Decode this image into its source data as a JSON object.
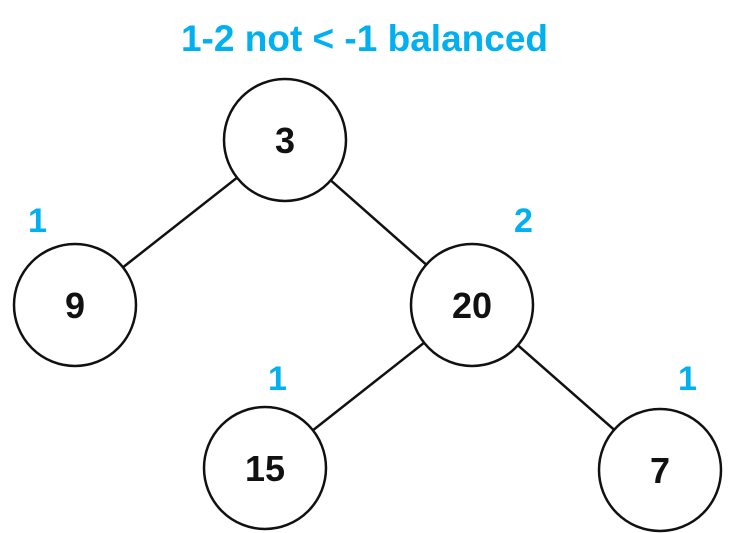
{
  "title": "1-2 not < -1 balanced",
  "accent_color": "#00b0f0",
  "nodes": [
    {
      "id": "n3",
      "value": "3"
    },
    {
      "id": "n9",
      "value": "9"
    },
    {
      "id": "n20",
      "value": "20"
    },
    {
      "id": "n15",
      "value": "15"
    },
    {
      "id": "n7",
      "value": "7"
    }
  ],
  "edges": [
    [
      "n3",
      "n9"
    ],
    [
      "n3",
      "n20"
    ],
    [
      "n20",
      "n15"
    ],
    [
      "n20",
      "n7"
    ]
  ],
  "height_labels": {
    "n9": "1",
    "n20": "2",
    "n15": "1",
    "n7": "1"
  }
}
